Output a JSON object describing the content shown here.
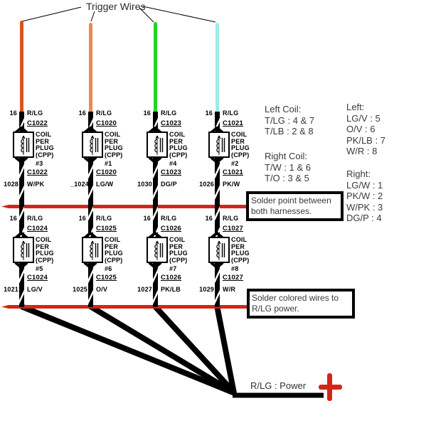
{
  "title": "Trigger Wires",
  "colors": {
    "red": "#d22618",
    "trigger_wire_1": "#d4571f",
    "trigger_wire_2": "#ec8a4e",
    "trigger_wire_3": "#21d421",
    "trigger_wire_4": "#9aecec"
  },
  "coil_box": [
    "COIL",
    "PER",
    "PLUG",
    "(CPP)"
  ],
  "coils": [
    {
      "gauge": "16",
      "wire": "R/LG",
      "conn": "C1022",
      "num": "#3",
      "circuit": "1028",
      "ccolor": "W/PK"
    },
    {
      "gauge": "16",
      "wire": "R/LG",
      "conn": "C1020",
      "num": "#1",
      "circuit": "_1024",
      "ccolor": "LG/W"
    },
    {
      "gauge": "16",
      "wire": "R/LG",
      "conn": "C1023",
      "num": "#4",
      "circuit": "1030",
      "ccolor": "DG/P"
    },
    {
      "gauge": "16",
      "wire": "R/LG",
      "conn": "C1021",
      "num": "#2",
      "circuit": "1026",
      "ccolor": "PK/W"
    },
    {
      "gauge": "16",
      "wire": "R/LG",
      "conn": "C1024",
      "num": "#5",
      "circuit": "1021",
      "ccolor": "LG/V"
    },
    {
      "gauge": "16",
      "wire": "R/LG",
      "conn": "C1025",
      "num": "#6",
      "circuit": "1025",
      "ccolor": "O/V"
    },
    {
      "gauge": "16",
      "wire": "R/LG",
      "conn": "C1026",
      "num": "#7",
      "circuit": "1027",
      "ccolor": "PK/LB"
    },
    {
      "gauge": "16",
      "wire": "R/LG",
      "conn": "C1027",
      "num": "#8",
      "circuit": "1029",
      "ccolor": "W/R"
    }
  ],
  "notes": {
    "left_coil_title": "Left Coil:",
    "left_coil_lines": [
      "T/LG : 4 & 7",
      "T/LB : 2 & 8"
    ],
    "right_coil_title": "Right Coil:",
    "right_coil_lines": [
      "T/W : 1 & 6",
      "T/O : 3 & 5"
    ],
    "left_title": "Left:",
    "left_lines": [
      "LG/V : 5",
      "O/V : 6",
      "PK/LB : 7",
      "W/R : 8"
    ],
    "right_title": "Right:",
    "right_lines": [
      "LG/W : 1",
      "PK/W : 2",
      "W/PK : 3",
      "DG/P : 4"
    ]
  },
  "callouts": {
    "solder_point": "Solder point between both harnesses.",
    "solder_colored": "Solder colored wires to R/LG power.",
    "power_label": "R/LG : Power"
  }
}
